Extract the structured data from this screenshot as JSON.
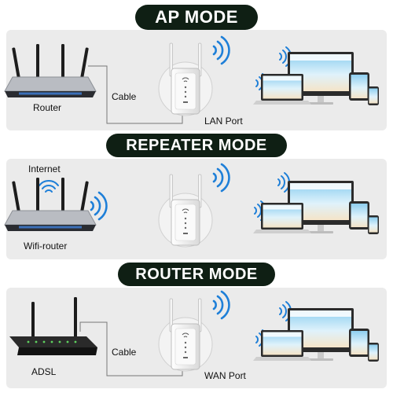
{
  "sections": [
    {
      "title": "AP MODE",
      "left_device_label": "Router",
      "connection_label": "Cable",
      "port_label": "LAN Port"
    },
    {
      "title": "REPEATER MODE",
      "top_label": "Internet",
      "left_device_label": "Wifi-router"
    },
    {
      "title": "ROUTER MODE",
      "left_device_label": "ADSL",
      "connection_label": "Cable",
      "port_label": "WAN Port"
    }
  ],
  "colors": {
    "header_bg": "#0f1f14",
    "panel_bg": "#ebebeb",
    "wifi_blue": "#1e7fd8",
    "cable": "#777777"
  }
}
